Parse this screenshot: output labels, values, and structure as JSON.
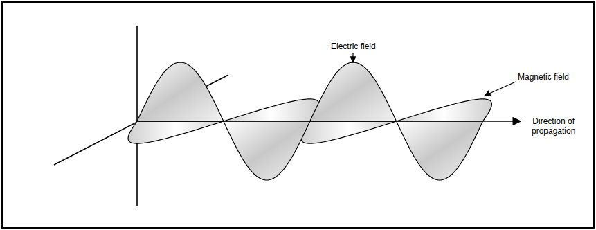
{
  "diagram": {
    "labels": [
      "Electric field",
      "Magnetic field",
      "Direction of propagation"
    ]
  }
}
